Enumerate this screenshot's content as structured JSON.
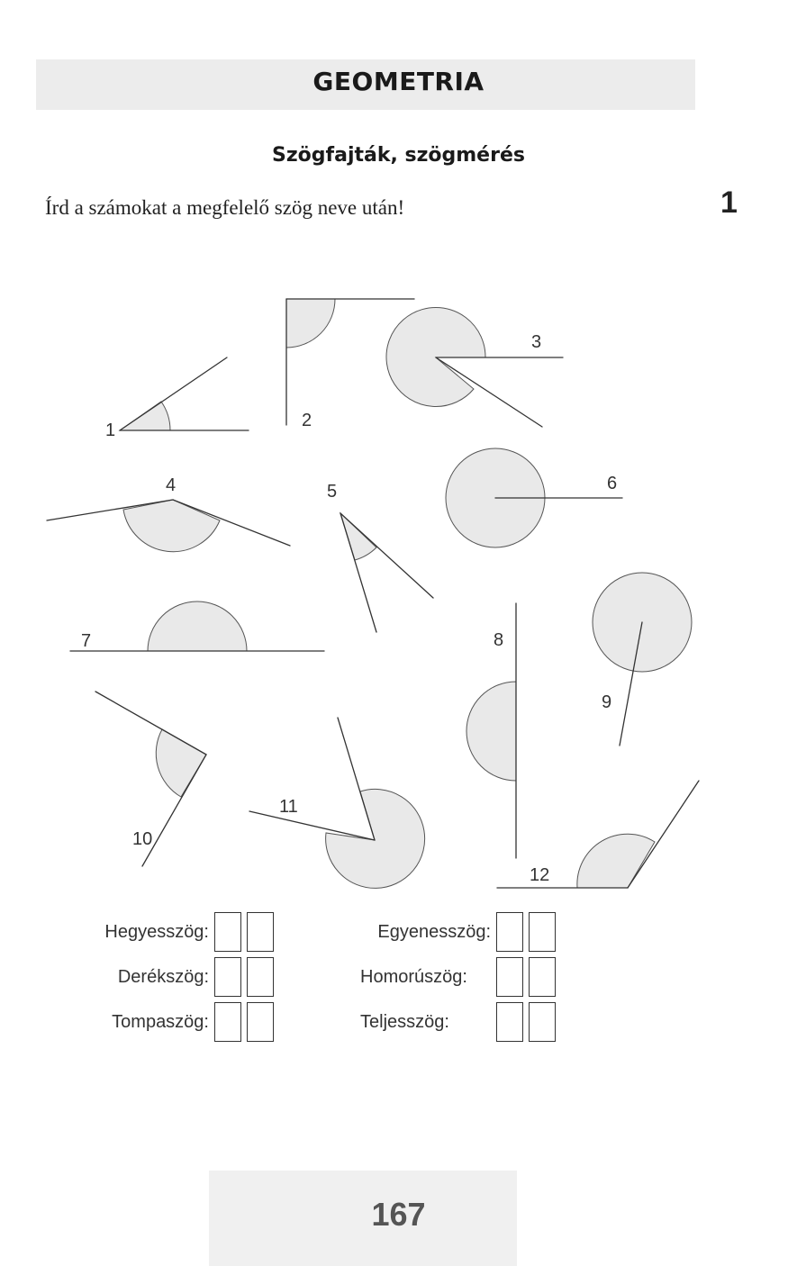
{
  "header": {
    "title": "GEOMETRIA"
  },
  "subtitle": "Szögfajták, szögmérés",
  "instruction": "Írd a számokat a megfelelő szög neve után!",
  "task_number": "1",
  "figure_labels": [
    "1",
    "2",
    "3",
    "4",
    "5",
    "6",
    "7",
    "8",
    "9",
    "10",
    "11",
    "12"
  ],
  "answers": {
    "left": [
      {
        "label": "Hegyesszög:"
      },
      {
        "label": "Derékszög:"
      },
      {
        "label": "Tompaszög:"
      }
    ],
    "right": [
      {
        "label": "Egyenesszög:"
      },
      {
        "label": "Homorúszög:"
      },
      {
        "label": "Teljesszög:"
      }
    ]
  },
  "page_number": "167",
  "colors": {
    "angle_fill": "#e9e9e9",
    "line": "#333333",
    "header_band": "#ececec"
  }
}
